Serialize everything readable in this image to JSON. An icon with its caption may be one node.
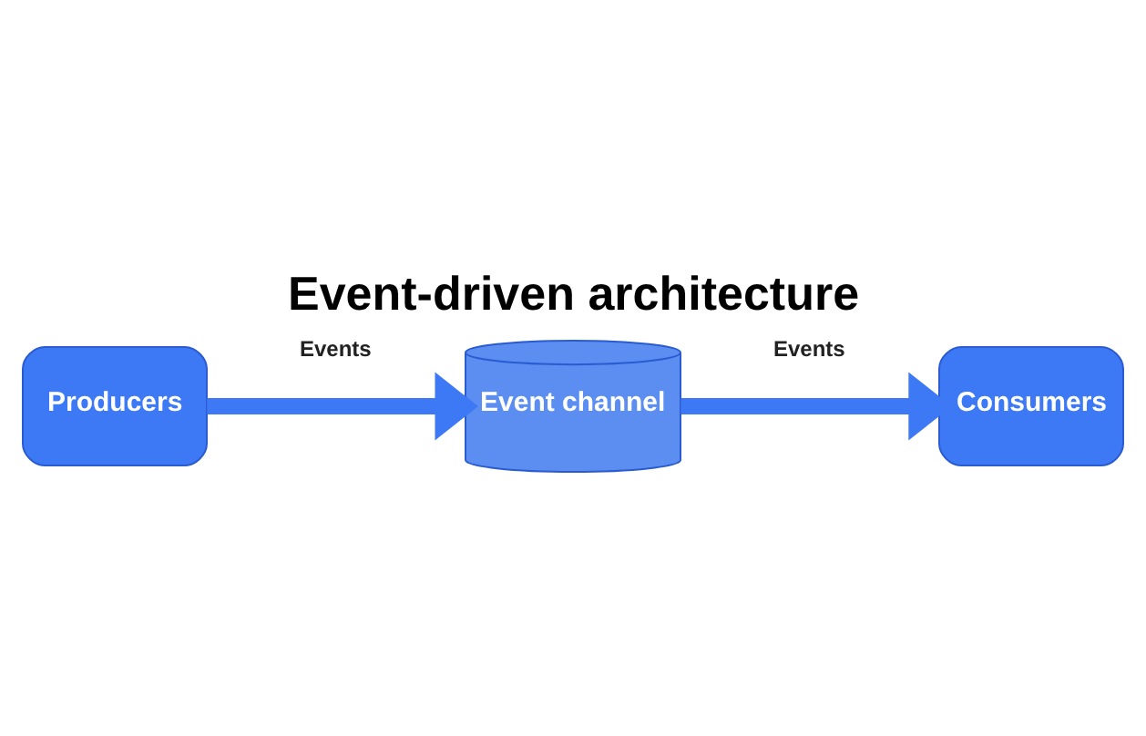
{
  "diagram": {
    "title": "Event-driven architecture",
    "nodes": [
      {
        "text": [
          "Producers"
        ]
      },
      {
        "text": [
          "Event channel"
        ]
      },
      {
        "text": [
          "Consumers"
        ]
      }
    ],
    "edges": [
      {
        "from": 0,
        "to": 1,
        "arrow": "to",
        "label": "Events"
      },
      {
        "from": 1,
        "to": 2,
        "arrow": "to",
        "label": "Events"
      }
    ]
  }
}
